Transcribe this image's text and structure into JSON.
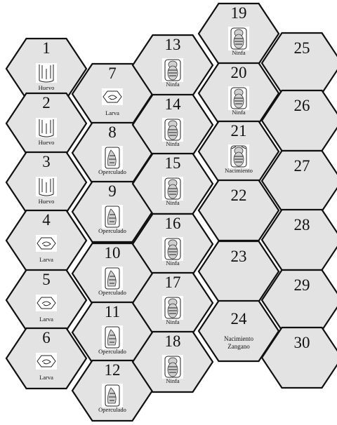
{
  "cells": [
    {
      "number": "1",
      "label": "Huevo",
      "icon": "egg-icon"
    },
    {
      "number": "2",
      "label": "Huevo",
      "icon": "egg-icon"
    },
    {
      "number": "3",
      "label": "Huevo",
      "icon": "egg-icon"
    },
    {
      "number": "4",
      "label": "Larva",
      "icon": "larva-icon"
    },
    {
      "number": "5",
      "label": "Larva",
      "icon": "larva-icon"
    },
    {
      "number": "6",
      "label": "Larva",
      "icon": "larva-icon"
    },
    {
      "number": "7",
      "label": "Larva",
      "icon": "larva-icon"
    },
    {
      "number": "8",
      "label": "Operculado",
      "icon": "capped-cell-icon"
    },
    {
      "number": "9",
      "label": "Operculado",
      "icon": "capped-cell-icon"
    },
    {
      "number": "10",
      "label": "Operculado",
      "icon": "capped-cell-icon"
    },
    {
      "number": "11",
      "label": "Operculado",
      "icon": "capped-cell-icon"
    },
    {
      "number": "12",
      "label": "Operculado",
      "icon": "capped-cell-icon"
    },
    {
      "number": "13",
      "label": "Ninfa",
      "icon": "pupa-icon"
    },
    {
      "number": "14",
      "label": "Ninfa",
      "icon": "pupa-icon"
    },
    {
      "number": "15",
      "label": "Ninfa",
      "icon": "pupa-icon"
    },
    {
      "number": "16",
      "label": "Ninfa",
      "icon": "pupa-icon"
    },
    {
      "number": "17",
      "label": "Ninfa",
      "icon": "pupa-icon"
    },
    {
      "number": "18",
      "label": "Ninfa",
      "icon": "pupa-icon"
    },
    {
      "number": "19",
      "label": "Ninfa",
      "icon": "pupa-icon"
    },
    {
      "number": "20",
      "label": "Ninfa",
      "icon": "pupa-icon"
    },
    {
      "number": "21",
      "label": "Nacimiento",
      "icon": "emerging-bee-icon"
    },
    {
      "number": "22",
      "label": "",
      "icon": ""
    },
    {
      "number": "23",
      "label": "",
      "icon": ""
    },
    {
      "number": "24",
      "label": "Nacimiento Zangano",
      "label_lines": [
        "Nacimiento",
        "Zangano"
      ],
      "icon": ""
    },
    {
      "number": "25",
      "label": "",
      "icon": ""
    },
    {
      "number": "26",
      "label": "",
      "icon": ""
    },
    {
      "number": "27",
      "label": "",
      "icon": ""
    },
    {
      "number": "28",
      "label": "",
      "icon": ""
    },
    {
      "number": "29",
      "label": "",
      "icon": ""
    },
    {
      "number": "30",
      "label": "",
      "icon": ""
    }
  ],
  "colors": {
    "cell_fill": "#e3e3e3",
    "cell_stroke": "#111111",
    "background": "#ffffff"
  }
}
